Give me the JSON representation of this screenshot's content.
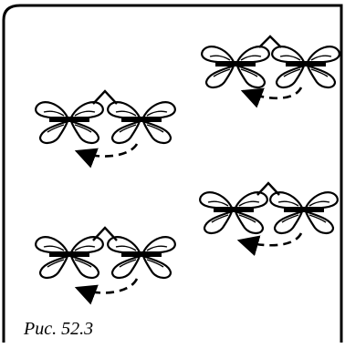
{
  "caption": "Рис. 52.3",
  "colors": {
    "ink": "#000000",
    "paper": "#ffffff"
  },
  "groups": [
    {
      "id": "top-right"
    },
    {
      "id": "middle-left"
    },
    {
      "id": "lower-right"
    },
    {
      "id": "bottom-left"
    }
  ]
}
